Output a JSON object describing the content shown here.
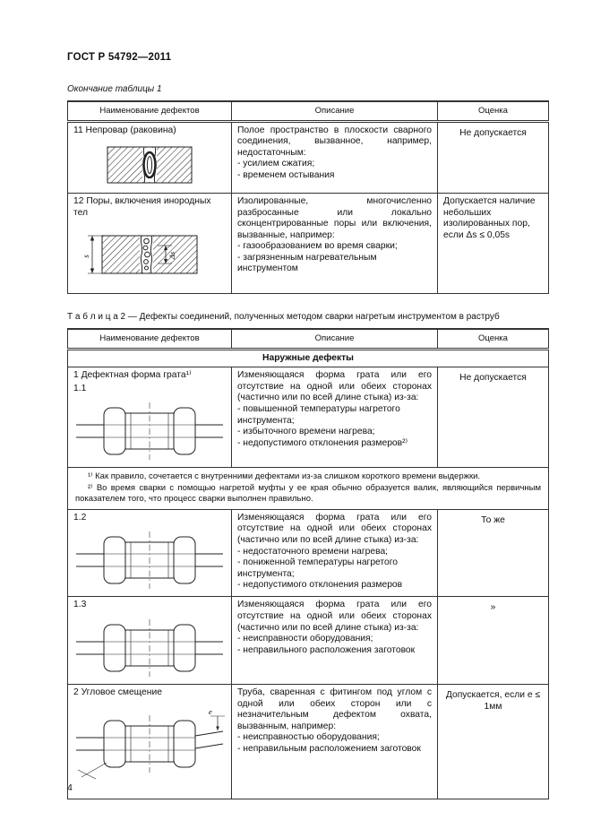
{
  "doc": {
    "header": "ГОСТ Р 54792—2011",
    "page_number": "4"
  },
  "table1": {
    "caption": "Окончание таблицы 1",
    "headers": {
      "name": "Наименование дефектов",
      "description": "Описание",
      "evaluation": "Оценка"
    },
    "rows": [
      {
        "name": "11 Непровар (раковина)",
        "description": "Полое пространство в плоскости сварного соединения, вызванное, например, недостаточным:",
        "bullets": [
          "- усилием сжатия;",
          "- временем остывания"
        ],
        "evaluation": "Не допускается"
      },
      {
        "name": "12 Поры, включения инородных тел",
        "description": "Изолированные, многочисленно разбросанные или локально сконцентрированные поры или включения, вызванные, например:",
        "bullets": [
          "- газообразованием во время сварки;",
          "- загрязненным нагревательным инструментом"
        ],
        "evaluation": "Допускается наличие небольших изолированных пор, если Δs ≤ 0,05s"
      }
    ]
  },
  "table2": {
    "caption": "Т а б л и ц а  2 — Дефекты соединений, полученных методом сварки нагретым инструментом в раструб",
    "headers": {
      "name": "Наименование дефектов",
      "description": "Описание",
      "evaluation": "Оценка"
    },
    "section": "Наружные дефекты",
    "rows": [
      {
        "name": "1 Дефектная форма грата¹⁾",
        "subnumber": "1.1",
        "description": "Изменяющаяся форма грата или его отсутствие на одной или обеих сторонах (частично или по всей длине стыка) из-за:",
        "bullets": [
          "- повышенной температуры нагретого инструмента;",
          "- избыточного времени нагрева;",
          "- недопустимого отклонения размеров²⁾"
        ],
        "evaluation": "Не допускается"
      },
      {
        "name": "1.2",
        "description": "Изменяющаяся форма грата или его отсутствие на одной или обеих сторонах (частично или по всей длине стыка) из-за:",
        "bullets": [
          "- недостаточного времени нагрева;",
          "- пониженной температуры нагретого инструмента;",
          "- недопустимого отклонения размеров"
        ],
        "evaluation": "То же"
      },
      {
        "name": "1.3",
        "description": "Изменяющаяся форма грата или его отсутствие на одной или обеих сторонах (частично или по всей длине стыка) из-за:",
        "bullets": [
          "- неисправности оборудования;",
          "- неправильного расположения заготовок"
        ],
        "evaluation": "»"
      },
      {
        "name": "2 Угловое смещение",
        "description": "Труба, сваренная с фитингом под углом с одной или обеих сторон или с незначительным дефектом охвата, вызванным, например:",
        "bullets": [
          "- неисправностью оборудования;",
          "- неправильным расположением заготовок"
        ],
        "evaluation": "Допускается, если e ≤ 1мм"
      }
    ],
    "footnotes": [
      "¹⁾ Как правило, сочетается с внутренними дефектами из-за слишком короткого времени выдержки.",
      "²⁾ Во время сварки с помощью нагретой муфты у ее края обычно образуется валик, являющийся первичным показателем того, что процесс сварки выполнен правильно."
    ]
  },
  "diagram_labels": {
    "s": "s",
    "delta_s": "Δs",
    "e": "e"
  }
}
